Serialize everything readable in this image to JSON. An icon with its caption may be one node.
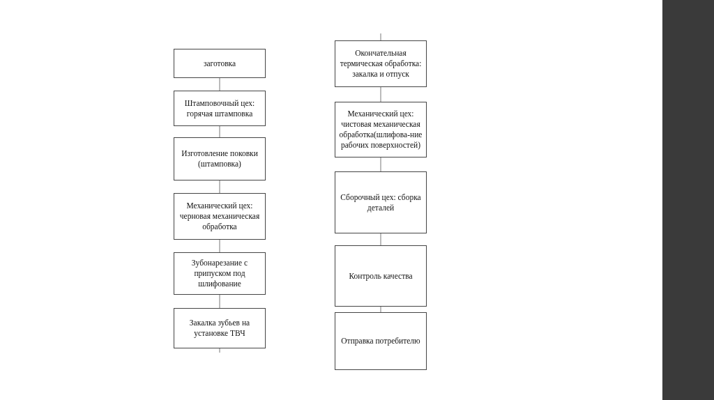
{
  "diagram": {
    "nodes": [
      {
        "text": [
          "заготовка"
        ]
      },
      {
        "text": [
          "Штамповочный цех: горячая штамповка"
        ]
      },
      {
        "text": [
          "Изготовление поковки (штамповка)"
        ]
      },
      {
        "text": [
          "Механический цех: черновая механическая обработка"
        ]
      },
      {
        "text": [
          "Зубонарезание с припуском под шлифование"
        ]
      },
      {
        "text": [
          "Закалка зубьев на установке ТВЧ"
        ]
      },
      {
        "text": [
          "Окончательная термическая обработка: закалка и отпуск"
        ]
      },
      {
        "text": [
          "Механический цех: чистовая механическая обработка(шлифова-ние рабочих поверхностей)"
        ]
      },
      {
        "text": [
          "Сборочный цех: сборка деталей"
        ]
      },
      {
        "text": [
          "Контроль качества"
        ]
      },
      {
        "text": [
          "Отправка потребителю"
        ]
      }
    ],
    "edges": [
      {
        "from": 0,
        "to": 1,
        "arrow": "none"
      },
      {
        "from": 1,
        "to": 2,
        "arrow": "none"
      },
      {
        "from": 2,
        "to": 3,
        "arrow": "none"
      },
      {
        "from": 3,
        "to": 4,
        "arrow": "none"
      },
      {
        "from": 4,
        "to": 5,
        "arrow": "none"
      },
      {
        "from": 5,
        "to": null,
        "arrow": "none"
      },
      {
        "from": null,
        "to": 6,
        "arrow": "none"
      },
      {
        "from": 6,
        "to": 7,
        "arrow": "none"
      },
      {
        "from": 7,
        "to": 8,
        "arrow": "none"
      },
      {
        "from": 8,
        "to": 9,
        "arrow": "none"
      },
      {
        "from": 9,
        "to": 10,
        "arrow": "none"
      }
    ]
  }
}
